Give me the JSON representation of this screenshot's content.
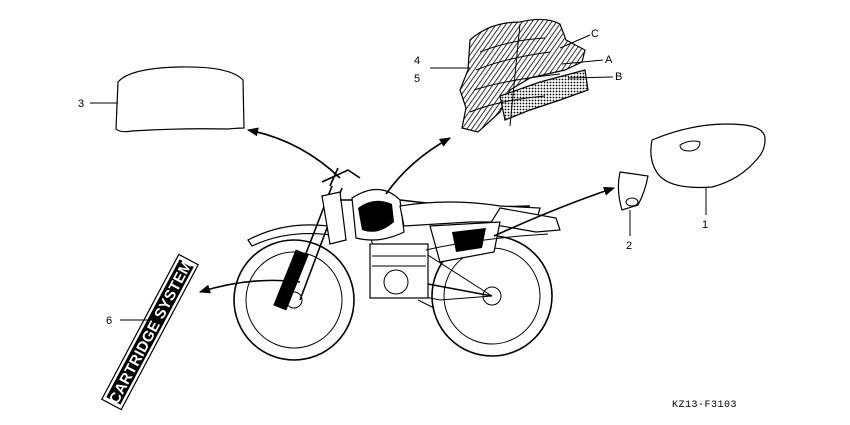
{
  "diagram": {
    "callouts": [
      {
        "id": "c1",
        "label": "1"
      },
      {
        "id": "c2",
        "label": "2"
      },
      {
        "id": "c3",
        "label": "3"
      },
      {
        "id": "c4",
        "label": "4"
      },
      {
        "id": "c5",
        "label": "5"
      },
      {
        "id": "c6",
        "label": "6"
      },
      {
        "id": "cA",
        "label": "A"
      },
      {
        "id": "cB",
        "label": "B"
      },
      {
        "id": "cC",
        "label": "C"
      }
    ],
    "decal_text": "CARTRIDGE SYSTEM",
    "figure_code": "KZ13-F3103"
  }
}
